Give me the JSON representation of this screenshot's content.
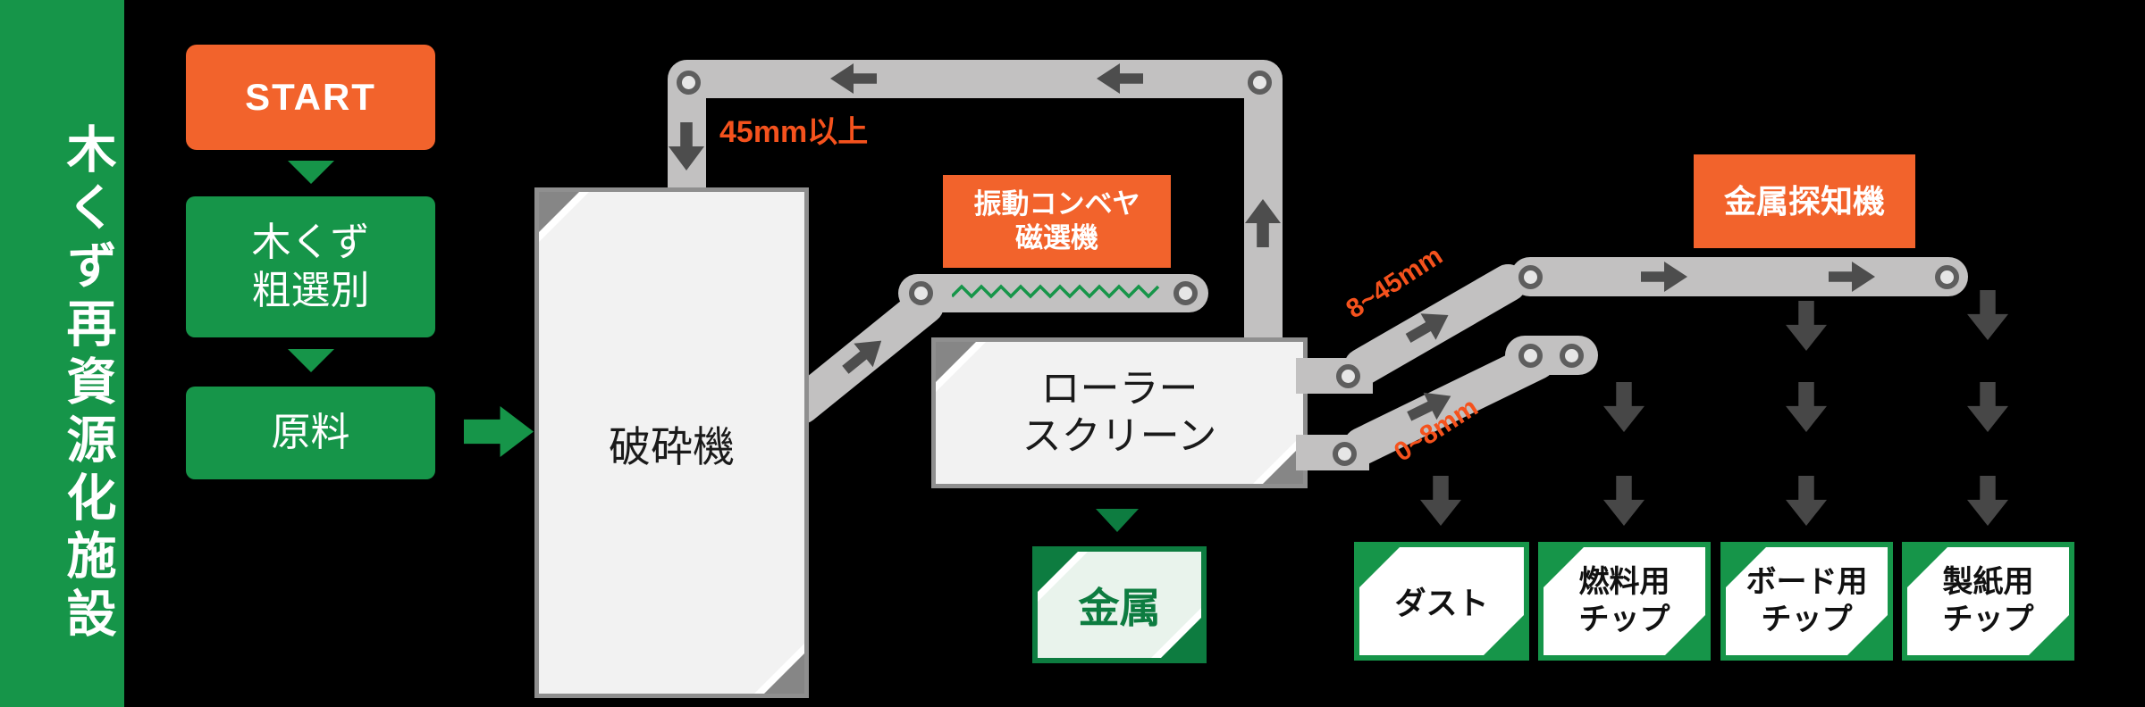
{
  "sidebar": {
    "title": "木くず再資源化施設"
  },
  "flow": {
    "start": "START",
    "rough_sort_line1": "木くず",
    "rough_sort_line2": "粗選別",
    "raw_material": "原料"
  },
  "machines": {
    "crusher": "破砕機",
    "vibrating_line1": "振動コンベヤ",
    "vibrating_line2": "磁選機",
    "roller_screen_line1": "ローラー",
    "roller_screen_line2": "スクリーン",
    "metal_detector": "金属探知機"
  },
  "size_labels": {
    "over_45mm": "45mm以上",
    "mid_8_45mm": "8~45mm",
    "small_0_8mm": "0~8mm"
  },
  "outputs": {
    "metal": {
      "lines": [
        "金属"
      ]
    },
    "dust": {
      "lines": [
        "ダスト"
      ]
    },
    "fuel_chip": {
      "lines": [
        "燃料用",
        "チップ"
      ]
    },
    "board_chip": {
      "lines": [
        "ボード用",
        "チップ"
      ]
    },
    "paper_chip": {
      "lines": [
        "製紙用",
        "チップ"
      ]
    }
  },
  "colors": {
    "brand_green": "#169549",
    "dark_green": "#0d7c40",
    "accent_orange_box": "#f2632c",
    "accent_orange_label": "#f5521d",
    "conveyor_gray": "#c2c1c1",
    "arrow_gray": "#4d4d4d",
    "machine_fill": "#f2f2f2",
    "background": "#000000"
  }
}
